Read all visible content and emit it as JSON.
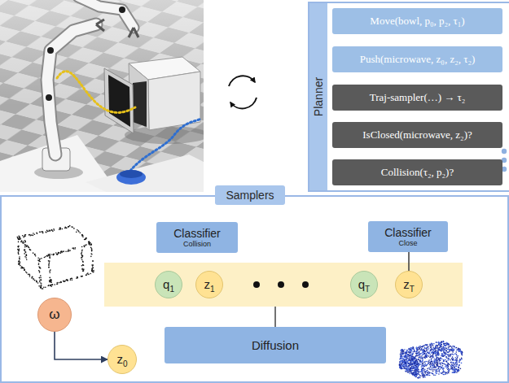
{
  "diagram": {
    "nodes": [
      {
        "text": [
          "Planner"
        ]
      },
      {
        "text": [
          "Move(bowl, p₀, p₂, τ₁)"
        ],
        "in": 0
      },
      {
        "text": [
          "Push(microwave, z₀, z₂, τ₂)"
        ],
        "in": 0
      },
      {
        "text": [
          "Traj-sampler(…) → τ₂"
        ],
        "in": 0
      },
      {
        "text": [
          "IsClosed(microwave, z₂)?"
        ],
        "in": 0
      },
      {
        "text": [
          "Collision(τ₂, p₂)?"
        ],
        "in": 0
      },
      {
        "text": [
          "Samplers"
        ]
      },
      {
        "text": [
          "Classifier",
          "Collision"
        ],
        "in": 6
      },
      {
        "text": [
          "Classifier",
          "Close"
        ],
        "in": 6
      },
      {
        "text": [
          "q1"
        ],
        "in": 6
      },
      {
        "text": [
          "z1"
        ],
        "in": 6
      },
      {
        "text": [
          "qT"
        ],
        "in": 6
      },
      {
        "text": [
          "zT"
        ],
        "in": 6
      },
      {
        "text": [
          "ω"
        ],
        "in": 6
      },
      {
        "text": [
          "z0"
        ],
        "in": 6
      },
      {
        "text": [
          "Diffusion"
        ],
        "in": 6
      }
    ],
    "edges": [
      {
        "from": 13,
        "to": 14,
        "arrow": "to"
      },
      {
        "from": 12,
        "to": 8,
        "arrow": "none"
      }
    ]
  }
}
